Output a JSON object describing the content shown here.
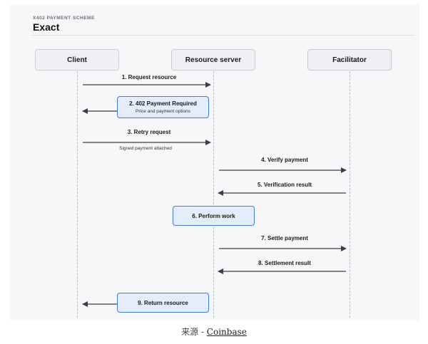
{
  "header": {
    "scheme_label": "x402 PAYMENT SCHEME",
    "title": "Exact"
  },
  "actors": {
    "client": "Client",
    "resource_server": "Resource server",
    "facilitator": "Facilitator"
  },
  "messages": {
    "m1": "1. Request resource",
    "m2_title": "2. 402 Payment Required",
    "m2_sub": "Price and payment options",
    "m3": "3. Retry request",
    "m3_sub": "Signed payment attached",
    "m4": "4. Verify payment",
    "m5": "5. Verification result",
    "m6": "6. Perform work",
    "m7": "7. Settle payment",
    "m8": "8. Settlement result",
    "m9": "9. Return resource"
  },
  "colors": {
    "arrow": "#3a3f46",
    "highlight_fill": "#e3edfb",
    "highlight_border": "#3d7be0"
  },
  "source": {
    "prefix": "来源 - ",
    "link_text": "Coinbase"
  }
}
